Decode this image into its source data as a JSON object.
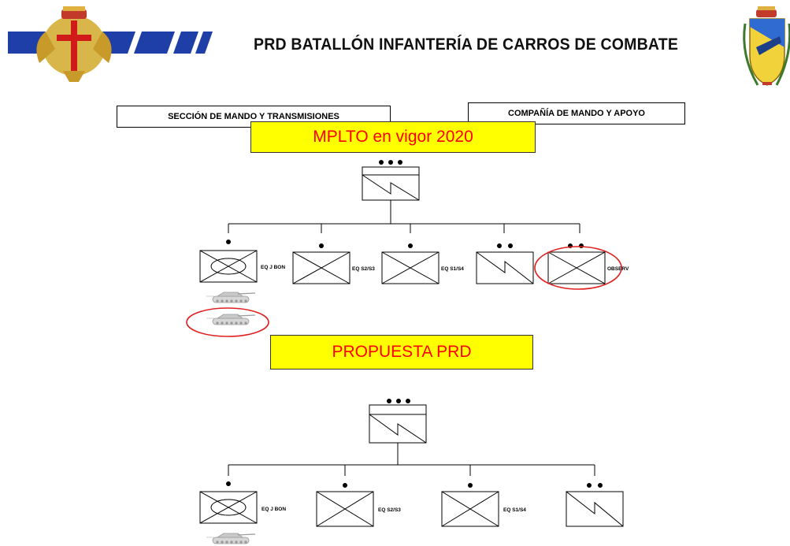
{
  "header": {
    "title": "PRD BATALLÓN INFANTERÍA DE CARROS DE COMBATE",
    "left_box": "SECCIÓN DE MANDO Y TRANSMISIONES",
    "right_box": "COMPAÑÍA DE MANDO Y APOYO",
    "left_emblem": "red-cross-eagle-emblem",
    "right_emblem": "army-shield-emblem"
  },
  "current": {
    "banner": "MPLTO en vigor 2020",
    "units": [
      {
        "label": "EQ J BON"
      },
      {
        "label": "EQ S2/S3"
      },
      {
        "label": "EQ S1/S4"
      },
      {
        "label": ""
      },
      {
        "label": "OBSERV"
      }
    ]
  },
  "proposal": {
    "banner": "PROPUESTA PRD",
    "units": [
      {
        "label": "EQ J BON"
      },
      {
        "label": "EQ S2/S3"
      },
      {
        "label": "EQ S1/S4"
      },
      {
        "label": ""
      }
    ]
  },
  "colors": {
    "banner_bg": "#ffff00",
    "banner_text": "#ff0000",
    "highlight_ellipse": "#e02020",
    "stripe_blue": "#1f3fa8"
  }
}
